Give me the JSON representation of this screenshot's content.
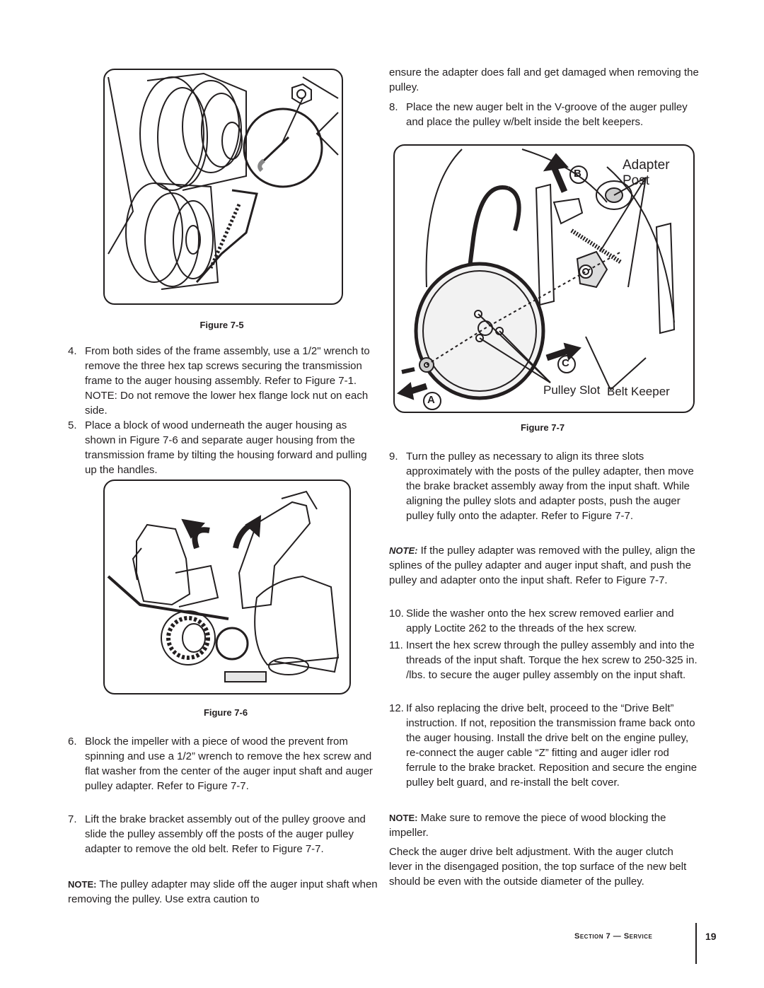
{
  "figures": {
    "fig5": {
      "caption": "Figure 7-5"
    },
    "fig6": {
      "caption": "Figure 7-6"
    },
    "fig7": {
      "caption": "Figure 7-7",
      "label_adapter_post": "Adapter Post",
      "label_b": "B",
      "label_c": "C",
      "label_a": "A",
      "label_pulley_slot": "Pulley Slot",
      "label_belt_keeper": "Belt Keeper"
    }
  },
  "left": {
    "step4": {
      "num": "4.",
      "text": "From both sides of the frame assembly, use a 1/2\" wrench to remove the three hex tap screws securing the transmission frame to the auger housing assembly. Refer to Figure 7-1. NOTE: Do not remove the lower hex flange lock nut on each side."
    },
    "step5": {
      "num": "5.",
      "text": "Place a block of wood underneath the auger housing as shown in Figure 7-6 and separate auger housing from the transmission frame by tilting the housing forward and pulling up the handles."
    },
    "step6": {
      "num": "6.",
      "text": "Block the impeller with a piece of wood the prevent from spinning and use a 1/2” wrench to remove the hex screw and flat washer from the center of the auger input shaft and auger pulley adapter. Refer to Figure 7-7."
    },
    "step7": {
      "num": "7.",
      "text": "Lift the brake bracket assembly out of the pulley groove and slide the pulley assembly off the posts of the auger pulley adapter to remove the old belt. Refer to Figure 7-7."
    },
    "note": {
      "label": "NOTE:",
      "text": " The pulley adapter may slide off the auger input shaft when removing the pulley. Use extra caution to"
    }
  },
  "right": {
    "cont": "ensure the adapter does fall and get damaged when removing the pulley.",
    "step8": {
      "num": "8.",
      "text": "Place the new auger belt in the V-groove of the auger pulley and place the pulley w/belt inside the belt keepers."
    },
    "step9": {
      "num": "9.",
      "text": "Turn the pulley as necessary to align its three slots approximately with the posts of the pulley adapter, then move the brake bracket assembly away from the input shaft.  While aligning the pulley slots  and adapter posts, push the auger pulley fully onto the adapter. Refer to Figure 7-7."
    },
    "note1": {
      "label": "NOTE:",
      "text": " If the pulley adapter was removed with the pulley, align the splines of the pulley adapter and auger input shaft, and push the pulley and adapter onto the input shaft. Refer to Figure 7-7."
    },
    "step10": {
      "num": "10.",
      "text": "Slide the washer onto the hex screw removed earlier and apply Loctite 262 to the threads of the hex screw."
    },
    "step11": {
      "num": "11.",
      "text": "Insert the hex screw through the pulley assembly and into the threads of the input shaft. Torque the hex screw to 250-325 in. /lbs.  to secure the auger pulley assembly on the input shaft."
    },
    "step12": {
      "num": "12.",
      "text": "If also replacing the drive belt, proceed to the “Drive Belt” instruction. If not, reposition the transmission frame back onto the auger housing. Install the drive belt on the engine pulley, re-connect the auger cable “Z” fitting and auger idler rod ferrule to the brake bracket. Reposition and secure the engine pulley belt guard, and re-install the belt cover."
    },
    "note2": {
      "label": "NOTE:",
      "text": " Make sure to remove the piece of wood blocking the impeller."
    },
    "closing": "Check the auger drive belt adjustment.  With the auger clutch lever in the disengaged position, the top surface of the new belt should be even with the outside diameter of the pulley."
  },
  "footer": {
    "section": "Section 7 — Service",
    "page": "19"
  }
}
